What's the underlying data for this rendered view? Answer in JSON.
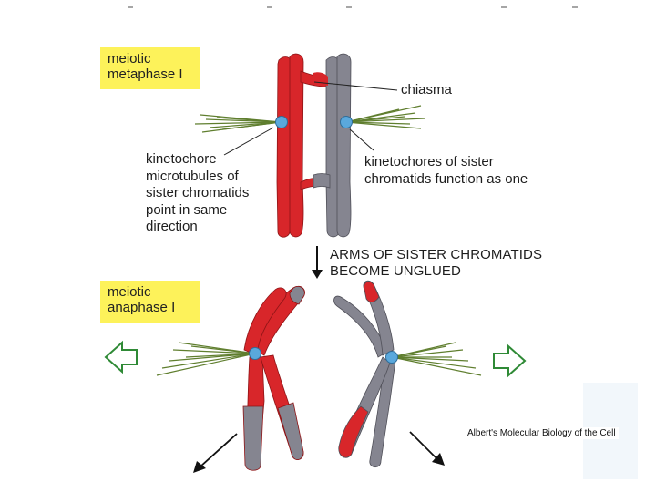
{
  "labels": {
    "metaphase": "meiotic\nmetaphase I",
    "anaphase": "meiotic\nanaphase I",
    "chiasma": "chiasma",
    "kinetochore_microtubules": "kinetochore\nmicrotubules of\nsister chromatids\npoint in same\ndirection",
    "kinetochores_function": "kinetochores of sister\nchromatids function as one",
    "arms_unglued": "ARMS OF SISTER CHROMATIDS\nBECOME UNGLUED",
    "citation": "Albert's Molecular Biology of the Cell"
  },
  "colors": {
    "highlight": "#fdf25a",
    "red_chromatid": "#d8262a",
    "gray_chromatid": "#858590",
    "kinetochore": "#5aa8dc",
    "spindle": "#5f7e2e",
    "hollow_arrow": "#2f8a36"
  }
}
